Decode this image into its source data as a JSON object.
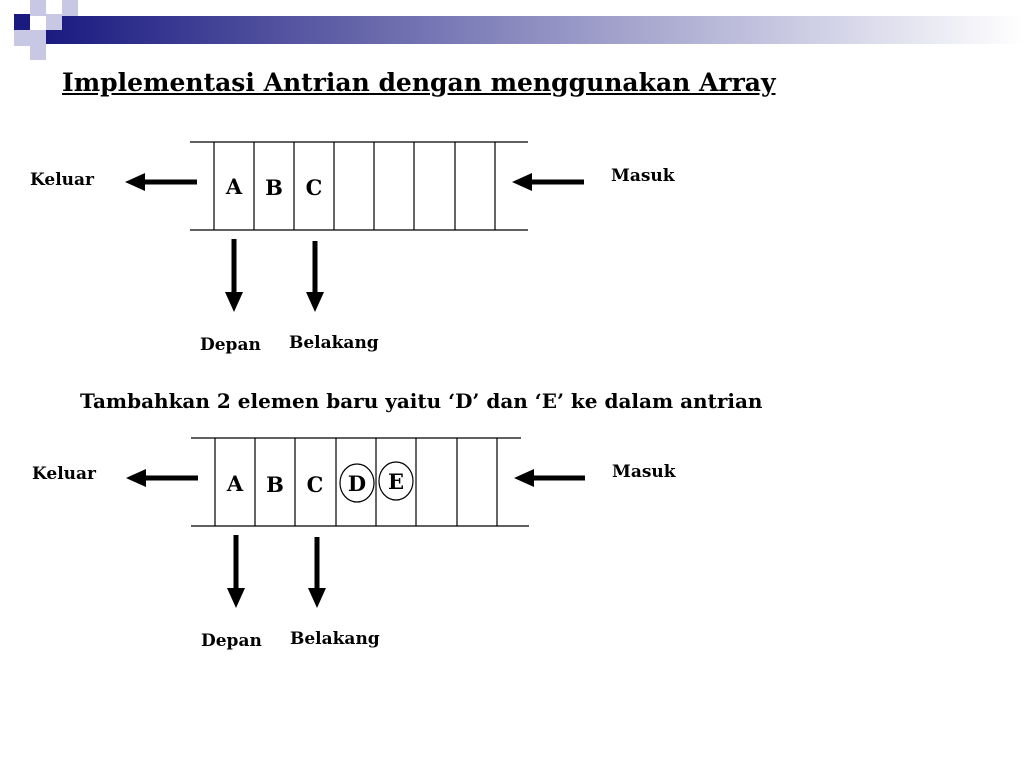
{
  "title": "Implementasi Antrian dengan menggunakan Array",
  "queue_before": {
    "exit_label": "Keluar",
    "entry_label": "Masuk",
    "cells": [
      "A",
      "B",
      "C",
      "",
      "",
      "",
      ""
    ],
    "front_label": "Depan",
    "rear_label": "Belakang"
  },
  "instruction": "Tambahkan 2 elemen baru yaitu ‘D’ dan ‘E’ ke dalam antrian",
  "queue_after": {
    "exit_label": "Keluar",
    "entry_label": "Masuk",
    "cells": [
      "A",
      "B",
      "C",
      "D",
      "E",
      "",
      ""
    ],
    "highlighted_cells": [
      "D",
      "E"
    ],
    "front_label": "Depan",
    "rear_label": "Belakang"
  },
  "colors": {
    "accent_dark": "#1a1a80",
    "accent_light": "#c8c8e4"
  }
}
